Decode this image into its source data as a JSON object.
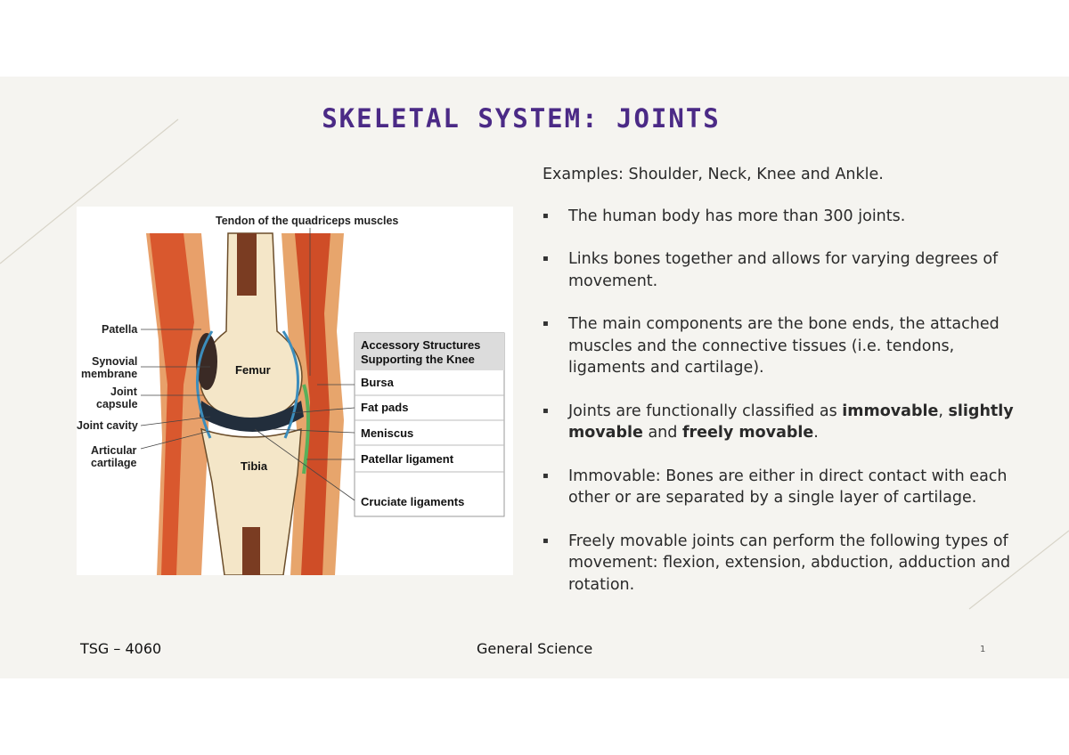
{
  "slide": {
    "title": "SKELETAL SYSTEM: JOINTS",
    "intro": "Examples: Shoulder, Neck, Knee and Ankle.",
    "bullets": [
      {
        "text": "The human body has more than 300 joints."
      },
      {
        "text": "Links bones together and allows for varying degrees of movement."
      },
      {
        "text": "The main components are the bone ends, the attached muscles and the connective tissues (i.e. tendons, ligaments and cartilage)."
      },
      {
        "pre": "Joints are functionally classified as ",
        "b1": "immovable",
        "mid1": ", ",
        "b2": "slightly movable",
        "mid2": " and ",
        "b3": "freely movable",
        "post": "."
      },
      {
        "text": "Immovable: Bones are either in direct contact with each other or are separated by a single layer of cartilage."
      },
      {
        "text": "Freely movable joints can perform the following types of movement: flexion, extension, abduction, adduction and rotation."
      }
    ]
  },
  "figure": {
    "top_label": "Tendon of the quadriceps muscles",
    "left_labels": {
      "patella": "Patella",
      "synovial_1": "Synovial",
      "synovial_2": "membrane",
      "capsule_1": "Joint",
      "capsule_2": "capsule",
      "cavity": "Joint cavity",
      "articular_1": "Articular",
      "articular_2": "cartilage"
    },
    "bone_labels": {
      "femur": "Femur",
      "tibia": "Tibia"
    },
    "accessory": {
      "header_1": "Accessory Structures",
      "header_2": "Supporting the Knee",
      "items": [
        "Bursa",
        "Fat pads",
        "Meniscus",
        "Patellar ligament",
        "Cruciate ligaments"
      ]
    }
  },
  "footer": {
    "left": "TSG – 4060",
    "center": "General Science",
    "page": "1"
  },
  "colors": {
    "title": "#4b2a86",
    "background": "#f5f4f0"
  }
}
